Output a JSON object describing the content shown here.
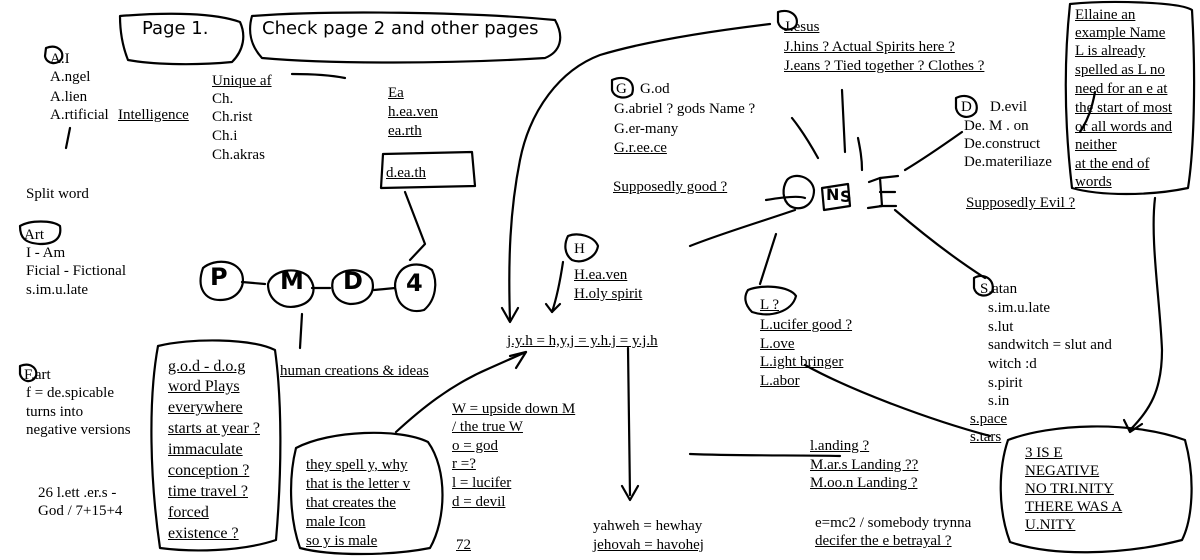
{
  "header": {
    "page_label": "Page 1.",
    "check_note": "Check page 2 and other pages"
  },
  "ai": {
    "lines": [
      "A.I",
      "A.ngel",
      "A.lien",
      "A.rtificial"
    ],
    "intelligence": "Intelligence"
  },
  "unique": {
    "heading": "Unique af",
    "lines": [
      "Ch.",
      "Ch.rist",
      "Ch.i",
      "Ch.akras"
    ]
  },
  "earth": {
    "lines": [
      "Ea",
      "h.ea.ven",
      "ea.rth"
    ]
  },
  "death": "d.ea.th",
  "split_word": "Split word",
  "art": {
    "label": "Art",
    "lines": [
      "I - Am",
      "Ficial - Fictional",
      "s.im.u.late"
    ]
  },
  "pmd4": [
    "P",
    "M",
    "D",
    "4"
  ],
  "human_creations": "human creations & ideas",
  "fart": {
    "lines": [
      "F.art",
      "f = de.spicable",
      "turns into",
      "negative versions"
    ]
  },
  "twenty_six": [
    "26 l.ett .er.s -",
    "God / 7+15+4"
  ],
  "god_dog": {
    "lines": [
      "g.o.d - d.o.g",
      "word Plays",
      "everywhere",
      "starts at year ?",
      "immaculate",
      "conception ?",
      "time travel ?",
      "forced",
      "existence ?"
    ]
  },
  "spell_y": {
    "lines": [
      "they spell y, why",
      "that is the letter v",
      "that creates the",
      "male Icon",
      "so y is male"
    ]
  },
  "page_number": "72",
  "w_block": {
    "lines": [
      "W = upside down M",
      "/ the true W",
      "o = god",
      "r =?",
      "l = lucifer",
      "d = devil"
    ]
  },
  "jesus": {
    "heading": "J.esus",
    "lines": [
      "J.hins ? Actual Spirits here ?",
      "J.eans ? Tied together ? Clothes ?"
    ]
  },
  "god": {
    "label": "G",
    "lines": [
      "G.od",
      "G.abriel ? gods Name ?",
      "G.er-many",
      "G.r.ee.ce"
    ],
    "supposedly": "Supposedly good ?"
  },
  "devil": {
    "label": "D",
    "lines": [
      "D.evil",
      "De. M . on",
      "De.construct",
      "De.materiliaze"
    ],
    "supposedly": "Supposedly Evil ?"
  },
  "ellaine": {
    "lines": [
      "Ellaine an",
      "example Name",
      "L is already",
      "spelled as L no",
      "need for an e at",
      "the start of most",
      "or all words and",
      "neither",
      "at the end of",
      "words"
    ]
  },
  "center": {
    "letters": [
      "O",
      "N",
      "S",
      "E"
    ]
  },
  "heaven": {
    "label": "H",
    "lines": [
      "H.ea.ven",
      "H.oly spirit"
    ]
  },
  "jyh": "j.y.h = h,y,j = y.h.j = y.j.h",
  "love": {
    "label": "L ?",
    "lines": [
      "L.ucifer good ?",
      "L.ove",
      "L.ight bringer",
      "L.abor"
    ]
  },
  "satan": {
    "lines": [
      "S.atan",
      "s.im.u.late",
      "s.lut",
      "sandwitch = slut and",
      "witch :d",
      "s.pirit",
      "s.in",
      "s.pace",
      "s.tars"
    ]
  },
  "landing": {
    "lines": [
      "l.anding ?",
      "M.ar.s Landing ??",
      "M.oo.n Landing ?"
    ]
  },
  "emc2": [
    "e=mc2 / somebody trynna",
    "decifer the e betrayal ?"
  ],
  "yahweh": [
    "yahweh = hewhay",
    "jehovah = havohej"
  ],
  "three_is_e": {
    "lines": [
      "3 IS E",
      "NEGATIVE",
      "NO TRI.NITY",
      "THERE WAS A",
      "U.NITY"
    ]
  }
}
